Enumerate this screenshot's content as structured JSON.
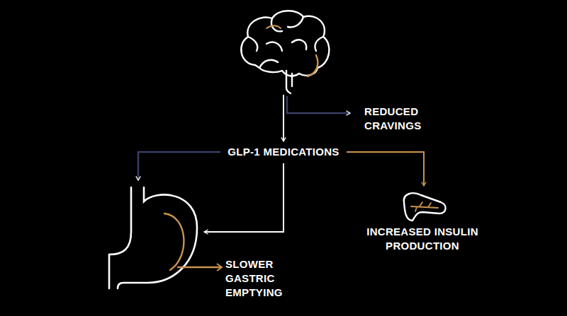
{
  "diagram": {
    "nodes": [
      {
        "text": [
          "REDUCED CRAVINGS"
        ]
      },
      {
        "text": [
          "GLP-1 MEDICATIONS"
        ]
      },
      {
        "text": [
          "INCREASED INSULIN PRODUCTION"
        ]
      },
      {
        "text": [
          "SLOWER GASTRIC EMPTYING"
        ]
      }
    ],
    "edges": [
      {
        "from": 1,
        "to": 2,
        "arrow": "to"
      },
      {
        "from": 1,
        "to": 3,
        "arrow": "to"
      },
      {
        "from": 1,
        "to": 3,
        "arrow": "to"
      }
    ]
  }
}
